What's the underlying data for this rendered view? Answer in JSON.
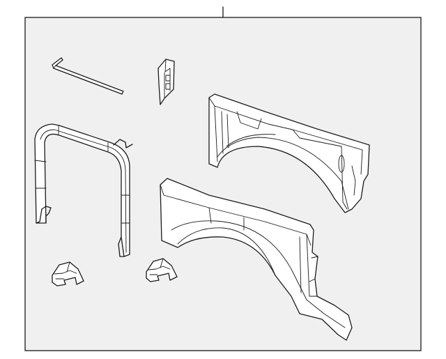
{
  "diagram": {
    "background_color": "#f0f0f0",
    "outline_color": "#1a1a1a",
    "parts": [
      {
        "name": "leader-line"
      },
      {
        "name": "rod-bracket"
      },
      {
        "name": "small-inner-bracket"
      },
      {
        "name": "tube-frame"
      },
      {
        "name": "upper-wheelhouse-panel"
      },
      {
        "name": "lower-quarter-panel"
      },
      {
        "name": "left-mount-block"
      },
      {
        "name": "right-mount-block"
      }
    ]
  }
}
